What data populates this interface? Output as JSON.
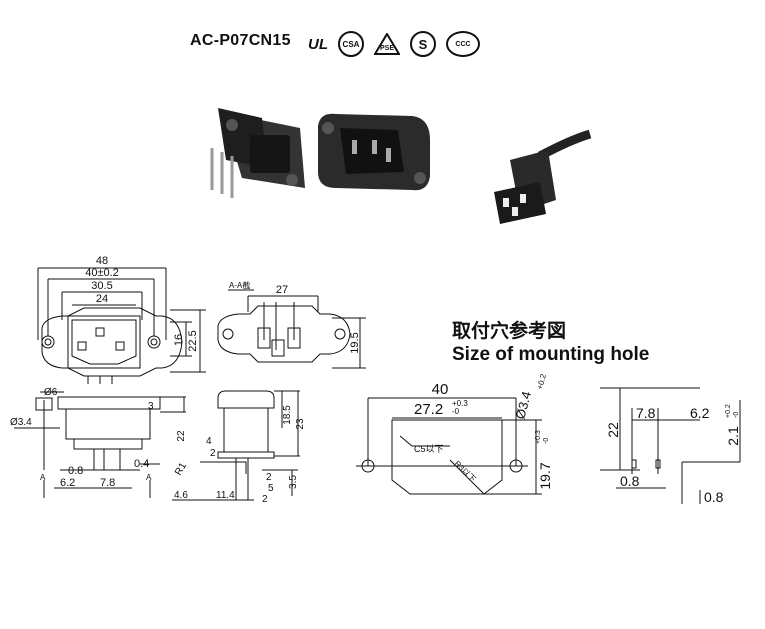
{
  "header": {
    "model": "AC-P07CN15",
    "certs": [
      "UL",
      "CSA",
      "PSE",
      "S",
      "CCC"
    ]
  },
  "photos": [
    "inlet-rear-view",
    "inlet-front-view",
    "connector-cable-view"
  ],
  "heading": {
    "zh": "取付穴参考図",
    "en": "Size of mounting hole"
  },
  "front_view": {
    "dims": [
      "48",
      "40±0.2",
      "30.5",
      "24",
      "16",
      "22.5"
    ]
  },
  "section_view": {
    "section_label": "A-A截",
    "dims": [
      "27",
      "19.5"
    ]
  },
  "side_view": {
    "dims": [
      "Ø6",
      "Ø3.4",
      "3",
      "22",
      "0.8",
      "0.4",
      "6.2",
      "7.8",
      "A",
      "A"
    ]
  },
  "side_view2": {
    "dims": [
      "18.5",
      "23",
      "4",
      "2",
      "R1",
      "3.5",
      "2",
      "5",
      "4.6",
      "11.4",
      "2"
    ]
  },
  "mount_hole": {
    "dims": [
      "40",
      "27.2",
      "+0.3",
      "-0",
      "Ø3.4",
      "+0.2",
      "C5以下",
      "R3以下",
      "19.7",
      "+0.3",
      "-0"
    ]
  },
  "pin_view": {
    "dims": [
      "22",
      "7.8",
      "6.2",
      "2.1",
      "+0.2",
      "-0",
      "0.8",
      "0.8"
    ]
  }
}
